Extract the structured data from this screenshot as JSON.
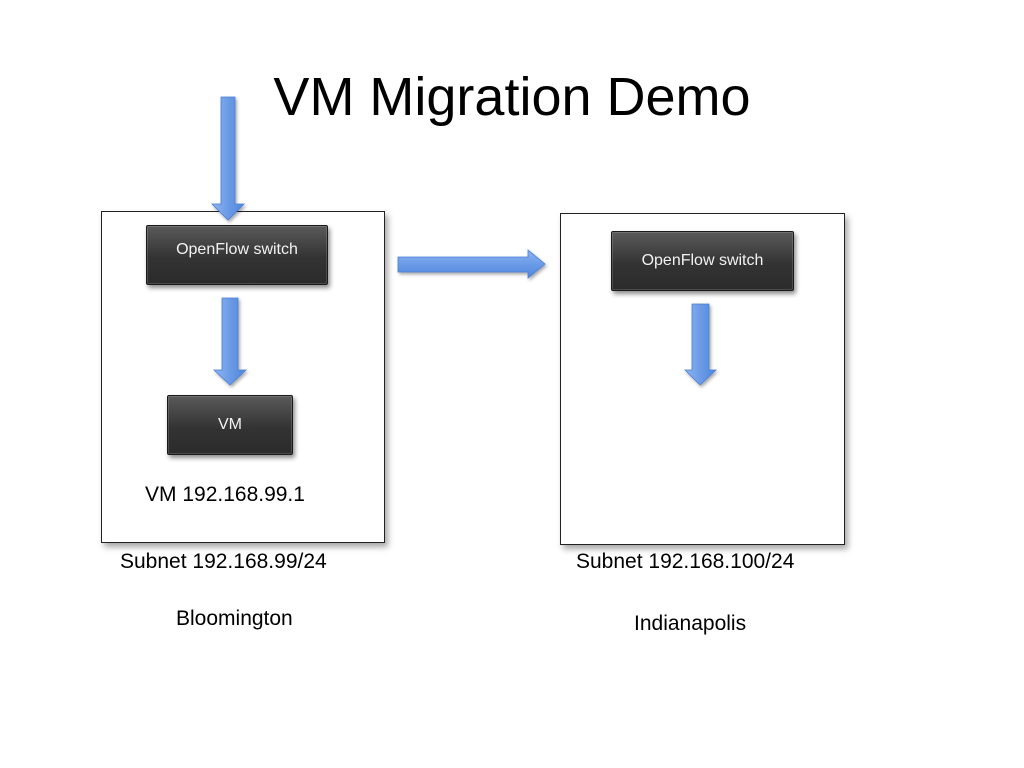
{
  "slide": {
    "title": "VM Migration Demo"
  },
  "left_site": {
    "switch_label": "OpenFlow switch",
    "vm_label": "VM",
    "vm_address": "VM 192.168.99.1",
    "subnet": "Subnet 192.168.99/24",
    "location": "Bloomington"
  },
  "right_site": {
    "switch_label": "OpenFlow switch",
    "subnet": "Subnet 192.168.100/24",
    "location": "Indianapolis"
  },
  "colors": {
    "arrow_light": "#8fb4f2",
    "arrow_dark": "#4f86dd",
    "node_fill": "#3a3a3a"
  }
}
